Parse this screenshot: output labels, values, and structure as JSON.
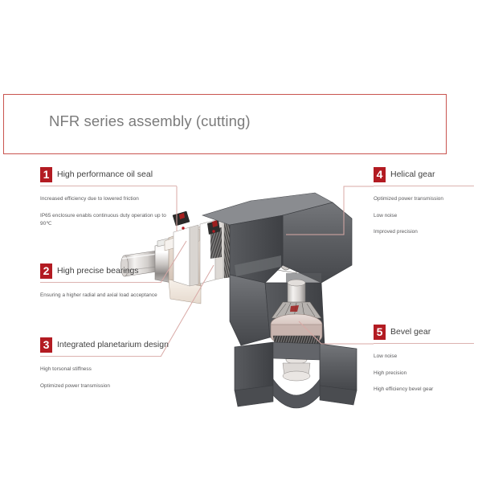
{
  "header": {
    "title": "NFR series assembly (cutting)",
    "border_color": "#c9544f",
    "title_color": "#7b7b7b"
  },
  "theme": {
    "badge_color": "#b31b22",
    "rule_color": "#dcb3b0",
    "leader_color": "#d8a9a6",
    "body_text_color": "#58585a",
    "background": "#ffffff"
  },
  "callouts": [
    {
      "number": "1",
      "title": "High performance oil seal",
      "bullets": [
        "Increased efficiency due to lowered friction",
        "IP65 enclosure enabls continuous duty operation up to 90℃"
      ]
    },
    {
      "number": "2",
      "title": "High precise bearings",
      "bullets": [
        "Ensuring a higher radial and axial load acceptance"
      ]
    },
    {
      "number": "3",
      "title": "Integrated planetarium design",
      "bullets": [
        "High torsonal stiffness",
        "Optimized power transmission"
      ]
    },
    {
      "number": "4",
      "title": "Helical gear",
      "bullets": [
        "Optimized power transmission",
        "Low noise",
        "Improved precision"
      ]
    },
    {
      "number": "5",
      "title": "Bevel gear",
      "bullets": [
        "Low noise",
        "High precision",
        "High efficiency bevel gear"
      ]
    }
  ],
  "illustration": {
    "name": "nfr-gearbox-cutaway",
    "description": "Right-angle planetary gearbox cutaway 3D render",
    "parts": [
      "output-shaft",
      "oil-seal",
      "bearing-housing",
      "planetary-stage",
      "helical-gear",
      "bevel-gear",
      "mounting-feet"
    ]
  }
}
